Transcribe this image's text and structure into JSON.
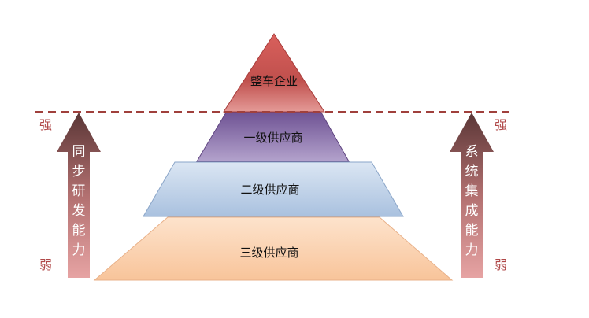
{
  "pyramid": {
    "levels": [
      {
        "label": "整车企业",
        "color": "#c0504d"
      },
      {
        "label": "一级供应商",
        "color": "#8064a2"
      },
      {
        "label": "二级供应商",
        "color": "#b9cde5"
      },
      {
        "label": "三级供应商",
        "color": "#fbd5b5"
      }
    ]
  },
  "left_axis": {
    "strong": "强",
    "weak": "弱",
    "chars": [
      "同",
      "步",
      "研",
      "发",
      "能",
      "力"
    ]
  },
  "right_axis": {
    "strong": "强",
    "weak": "弱",
    "chars": [
      "系",
      "统",
      "集",
      "成",
      "能",
      "力"
    ]
  },
  "colors": {
    "dashed_line": "#a0403c",
    "arrow_top": "#5e3a3a",
    "arrow_bottom": "#e4a0a0"
  }
}
